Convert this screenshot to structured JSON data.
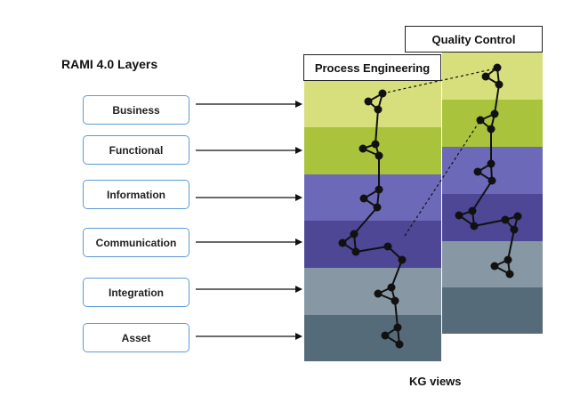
{
  "title": "RAMI 4.0 Layers",
  "layers": [
    "Business",
    "Functional",
    "Information",
    "Communication",
    "Integration",
    "Asset"
  ],
  "views": {
    "process": "Process Engineering",
    "quality": "Quality Control"
  },
  "footer": "KG views",
  "colors": {
    "business": "#d6df7c",
    "functional": "#a9c33c",
    "information": "#6c69b8",
    "communication": "#4d4795",
    "integration": "#8797a3",
    "asset": "#566b79",
    "box_border": "#5b9bd5"
  }
}
